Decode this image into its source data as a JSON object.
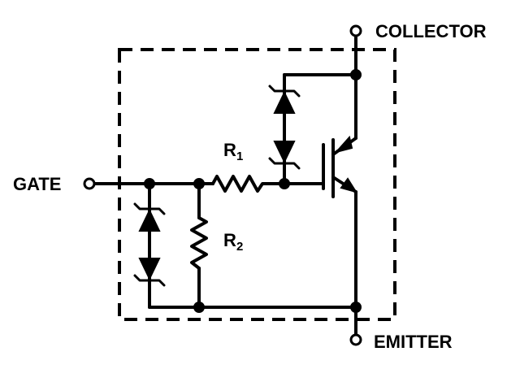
{
  "terminals": {
    "collector": "COLLECTOR",
    "gate": "GATE",
    "emitter": "EMITTER"
  },
  "components": {
    "r1": {
      "letter": "R",
      "index": "1"
    },
    "r2": {
      "letter": "R",
      "index": "2"
    }
  },
  "colors": {
    "line": "#000000",
    "background": "#ffffff"
  }
}
